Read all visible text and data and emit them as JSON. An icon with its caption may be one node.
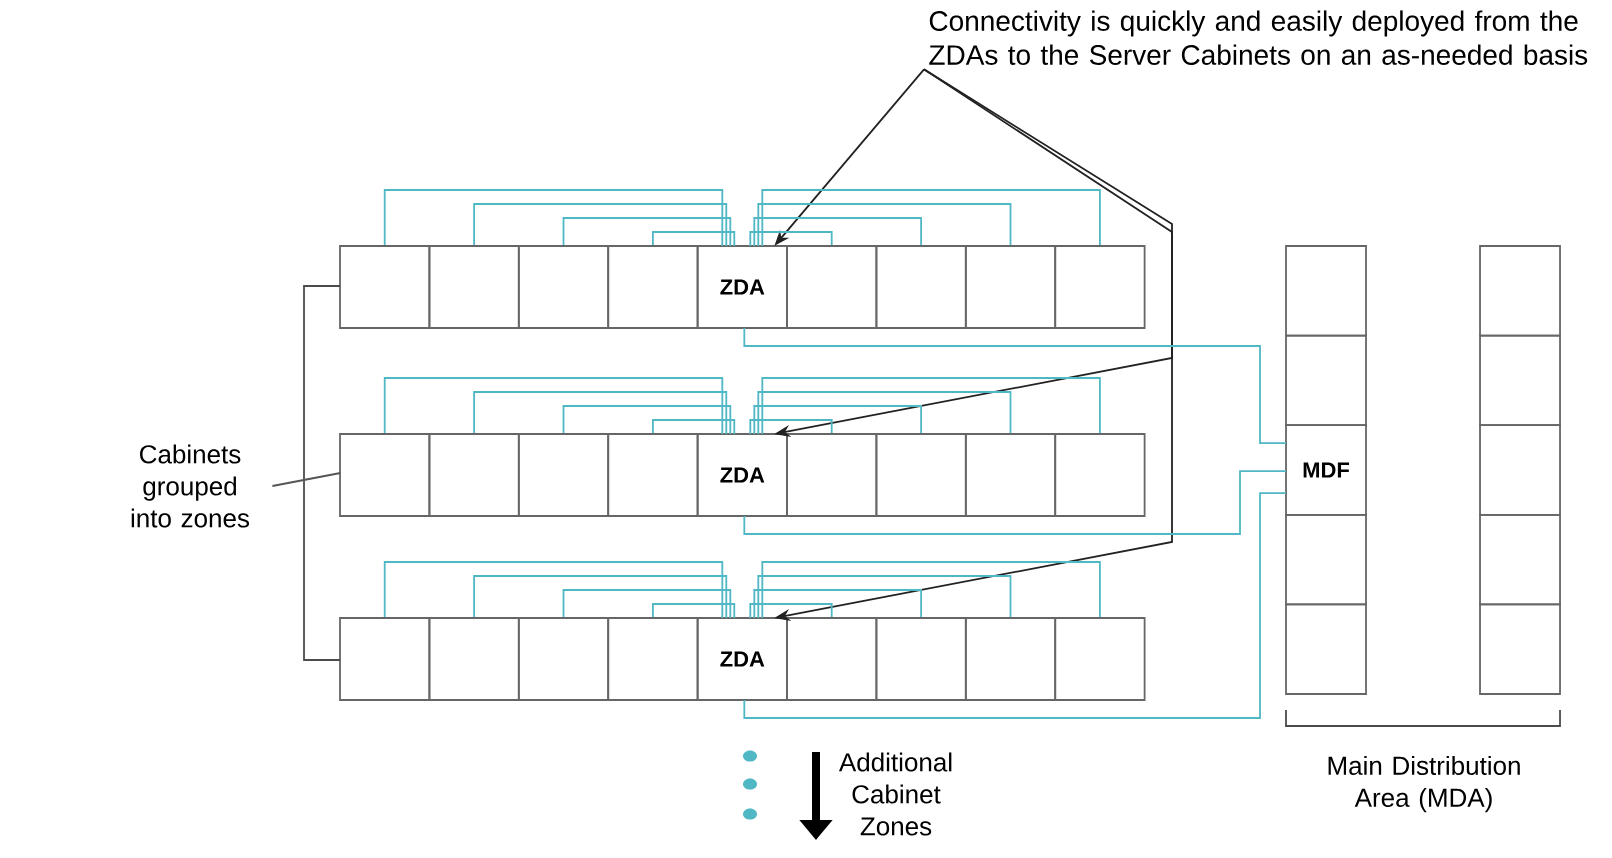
{
  "diagram": {
    "nodes": [
      {
        "text": [
          "Connectivity is quickly and easily deployed from the ZDAs to the Server Cabinets on an as-needed basis"
        ]
      },
      {
        "text": [],
        "shape": "box"
      },
      {
        "text": [],
        "shape": "box"
      },
      {
        "text": [],
        "shape": "box"
      },
      {
        "text": [],
        "shape": "box"
      },
      {
        "text": [
          "ZDA"
        ]
      },
      {
        "text": [],
        "shape": "box"
      },
      {
        "text": [],
        "shape": "box"
      },
      {
        "text": [],
        "shape": "box"
      },
      {
        "text": [],
        "shape": "box"
      },
      {
        "text": [],
        "shape": "box"
      },
      {
        "text": [],
        "shape": "box"
      },
      {
        "text": [],
        "shape": "box"
      },
      {
        "text": [],
        "shape": "box"
      },
      {
        "text": [
          "ZDA"
        ]
      },
      {
        "text": [],
        "shape": "box"
      },
      {
        "text": [],
        "shape": "box"
      },
      {
        "text": [],
        "shape": "box"
      },
      {
        "text": [],
        "shape": "box"
      },
      {
        "text": [],
        "shape": "box"
      },
      {
        "text": [],
        "shape": "box"
      },
      {
        "text": [],
        "shape": "box"
      },
      {
        "text": [],
        "shape": "box"
      },
      {
        "text": [
          "ZDA"
        ]
      },
      {
        "text": [],
        "shape": "box"
      },
      {
        "text": [],
        "shape": "box"
      },
      {
        "text": [],
        "shape": "box"
      },
      {
        "text": [],
        "shape": "box"
      },
      {
        "text": [],
        "shape": "box"
      },
      {
        "text": [],
        "shape": "box"
      },
      {
        "text": [
          "MDF"
        ]
      },
      {
        "text": [],
        "shape": "box"
      },
      {
        "text": [],
        "shape": "box"
      },
      {
        "text": [],
        "shape": "box"
      },
      {
        "text": [],
        "shape": "box"
      },
      {
        "text": [],
        "shape": "box"
      },
      {
        "text": [],
        "shape": "box"
      },
      {
        "text": [],
        "shape": "box"
      },
      {
        "text": [
          "Cabinets grouped into zones"
        ]
      },
      {
        "text": [],
        "shape": "bracket"
      }
    ],
    "edges": [
      {
        "from": 0,
        "to": 5,
        "arrow": "to",
        "color": "#222222"
      },
      {
        "from": 0,
        "to": 14,
        "arrow": "to",
        "color": "#222222"
      },
      {
        "from": 0,
        "to": 23,
        "arrow": "to",
        "color": "#222222"
      },
      {
        "from": 5,
        "to": 1,
        "arrow": "none"
      },
      {
        "from": 5,
        "to": 2,
        "arrow": "none"
      },
      {
        "from": 5,
        "to": 3,
        "arrow": "none"
      },
      {
        "from": 5,
        "to": 4,
        "arrow": "none"
      },
      {
        "from": 5,
        "to": 6,
        "arrow": "none"
      },
      {
        "from": 5,
        "to": 7,
        "arrow": "none"
      },
      {
        "from": 5,
        "to": 8,
        "arrow": "none"
      },
      {
        "from": 5,
        "to": 9,
        "arrow": "none"
      },
      {
        "from": 14,
        "to": 10,
        "arrow": "none"
      },
      {
        "from": 14,
        "to": 11,
        "arrow": "none"
      },
      {
        "from": 14,
        "to": 12,
        "arrow": "none"
      },
      {
        "from": 14,
        "to": 13,
        "arrow": "none"
      },
      {
        "from": 14,
        "to": 15,
        "arrow": "none"
      },
      {
        "from": 14,
        "to": 16,
        "arrow": "none"
      },
      {
        "from": 14,
        "to": 17,
        "arrow": "none"
      },
      {
        "from": 14,
        "to": 18,
        "arrow": "none"
      },
      {
        "from": 23,
        "to": 19,
        "arrow": "none"
      },
      {
        "from": 23,
        "to": 20,
        "arrow": "none"
      },
      {
        "from": 23,
        "to": 21,
        "arrow": "none"
      },
      {
        "from": 23,
        "to": 22,
        "arrow": "none"
      },
      {
        "from": 23,
        "to": 24,
        "arrow": "none"
      },
      {
        "from": 23,
        "to": 25,
        "arrow": "none"
      },
      {
        "from": 23,
        "to": 26,
        "arrow": "none"
      },
      {
        "from": 23,
        "to": 27,
        "arrow": "none"
      },
      {
        "from": 5,
        "to": 30,
        "arrow": "none"
      },
      {
        "from": 14,
        "to": 30,
        "arrow": "none"
      },
      {
        "from": 23,
        "to": 30,
        "arrow": "none"
      },
      {
        "from": 38,
        "to": 39,
        "arrow": "none",
        "color": "#555555"
      }
    ],
    "labels": [
      "Additional Cabinet Zones",
      "Main Distribution Area (MDA)"
    ]
  }
}
